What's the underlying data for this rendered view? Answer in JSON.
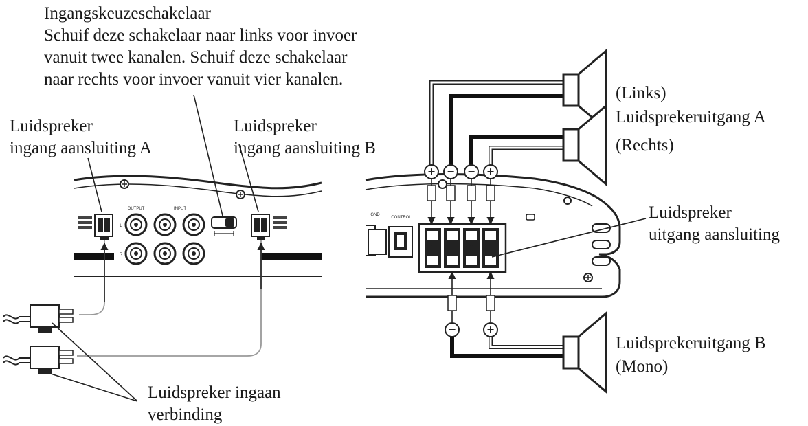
{
  "labels": {
    "selector": {
      "title": "Ingangskeuzeschakelaar",
      "line1": "Schuif deze schakelaar naar links voor invoer",
      "line2": "vanuit twee kanalen. Schuif deze schakelaar",
      "line3": "naar rechts voor invoer vanuit vier kanalen."
    },
    "input_a": {
      "line1": "Luidspreker",
      "line2": "ingang aansluiting A"
    },
    "input_b": {
      "line1": "Luidspreker",
      "line2": "ingang aansluiting B"
    },
    "input_connector": {
      "line1": "Luidspreker ingaan",
      "line2": "verbinding"
    },
    "left_channel": "(Links)",
    "output_a": "Luidsprekeruitgang A",
    "right_channel": "(Rechts)",
    "output_terminal": {
      "line1": "Luidspreker",
      "line2": "uitgang aansluiting"
    },
    "output_b": "Luidsprekeruitgang B",
    "mono": "(Mono)"
  },
  "panel": {
    "output_label": "OUTPUT",
    "input_label": "INPUT",
    "channel_l": "L",
    "channel_r": "R",
    "gnd_label": "GND",
    "control_label": "CONTROL"
  },
  "polarity": {
    "plus": "+",
    "minus": "−"
  }
}
